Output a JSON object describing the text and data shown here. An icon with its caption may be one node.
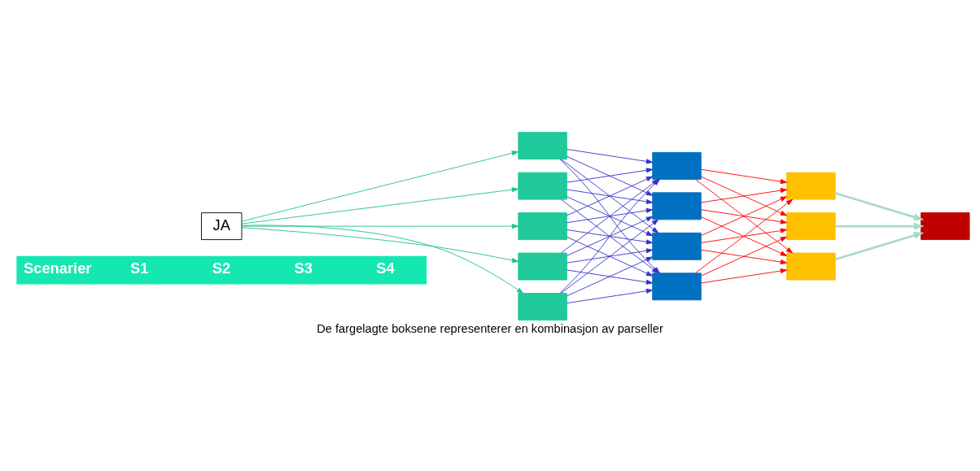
{
  "diagram": {
    "caption": "De fargelagte boksene representerer en kombinasjon av parseller",
    "nodes": [
      {
        "text": [
          "Scenarier",
          "S1",
          "S2",
          "S3",
          "S4"
        ]
      },
      {
        "text": [
          "JA"
        ]
      },
      {
        "text": [],
        "shape": "box"
      },
      {
        "text": [],
        "shape": "box"
      },
      {
        "text": [],
        "shape": "box"
      },
      {
        "text": [],
        "shape": "box"
      },
      {
        "text": [],
        "shape": "box"
      },
      {
        "text": [],
        "shape": "box"
      },
      {
        "text": [],
        "shape": "box"
      },
      {
        "text": [],
        "shape": "box"
      },
      {
        "text": [],
        "shape": "box"
      },
      {
        "text": [],
        "shape": "box"
      },
      {
        "text": [],
        "shape": "box"
      },
      {
        "text": [],
        "shape": "box"
      },
      {
        "text": [],
        "shape": "box"
      }
    ],
    "edges": [
      {
        "from": 1,
        "to": 2,
        "arrow": "to",
        "color": "#20c090"
      },
      {
        "from": 1,
        "to": 3,
        "arrow": "to",
        "color": "#20c090"
      },
      {
        "from": 1,
        "to": 4,
        "arrow": "to",
        "color": "#20c090"
      },
      {
        "from": 1,
        "to": 5,
        "arrow": "to",
        "color": "#20c090"
      },
      {
        "from": 1,
        "to": 6,
        "arrow": "to",
        "color": "#20c090"
      },
      {
        "from": 2,
        "to": 7,
        "arrow": "to"
      },
      {
        "from": 2,
        "to": 8,
        "arrow": "to"
      },
      {
        "from": 2,
        "to": 9,
        "arrow": "to"
      },
      {
        "from": 2,
        "to": 10,
        "arrow": "to"
      },
      {
        "from": 3,
        "to": 7,
        "arrow": "to"
      },
      {
        "from": 3,
        "to": 8,
        "arrow": "to"
      },
      {
        "from": 3,
        "to": 9,
        "arrow": "to"
      },
      {
        "from": 3,
        "to": 10,
        "arrow": "to"
      },
      {
        "from": 4,
        "to": 7,
        "arrow": "to"
      },
      {
        "from": 4,
        "to": 8,
        "arrow": "to"
      },
      {
        "from": 4,
        "to": 9,
        "arrow": "to"
      },
      {
        "from": 4,
        "to": 10,
        "arrow": "to"
      },
      {
        "from": 5,
        "to": 7,
        "arrow": "to"
      },
      {
        "from": 5,
        "to": 8,
        "arrow": "to"
      },
      {
        "from": 5,
        "to": 9,
        "arrow": "to"
      },
      {
        "from": 5,
        "to": 10,
        "arrow": "to"
      },
      {
        "from": 6,
        "to": 7,
        "arrow": "to"
      },
      {
        "from": 6,
        "to": 8,
        "arrow": "to"
      },
      {
        "from": 6,
        "to": 9,
        "arrow": "to"
      },
      {
        "from": 6,
        "to": 10,
        "arrow": "to"
      },
      {
        "from": 7,
        "to": 11,
        "arrow": "to",
        "color": "#ff0000"
      },
      {
        "from": 7,
        "to": 12,
        "arrow": "to",
        "color": "#ff0000"
      },
      {
        "from": 7,
        "to": 13,
        "arrow": "to",
        "color": "#ff0000"
      },
      {
        "from": 8,
        "to": 11,
        "arrow": "to",
        "color": "#ff0000"
      },
      {
        "from": 8,
        "to": 12,
        "arrow": "to",
        "color": "#ff0000"
      },
      {
        "from": 8,
        "to": 13,
        "arrow": "to",
        "color": "#ff0000"
      },
      {
        "from": 9,
        "to": 11,
        "arrow": "to",
        "color": "#ff0000"
      },
      {
        "from": 9,
        "to": 12,
        "arrow": "to",
        "color": "#ff0000"
      },
      {
        "from": 9,
        "to": 13,
        "arrow": "to",
        "color": "#ff0000"
      },
      {
        "from": 10,
        "to": 11,
        "arrow": "to",
        "color": "#ff0000"
      },
      {
        "from": 10,
        "to": 12,
        "arrow": "to",
        "color": "#ff0000"
      },
      {
        "from": 10,
        "to": 13,
        "arrow": "to",
        "color": "#ff0000"
      },
      {
        "from": 11,
        "to": 14,
        "arrow": "to",
        "style": "thick",
        "color": "#a8dcc8"
      },
      {
        "from": 12,
        "to": 14,
        "arrow": "to",
        "style": "thick",
        "color": "#a8dcc8"
      },
      {
        "from": 13,
        "to": 14,
        "arrow": "to",
        "style": "thick",
        "color": "#a8dcc8"
      }
    ]
  }
}
